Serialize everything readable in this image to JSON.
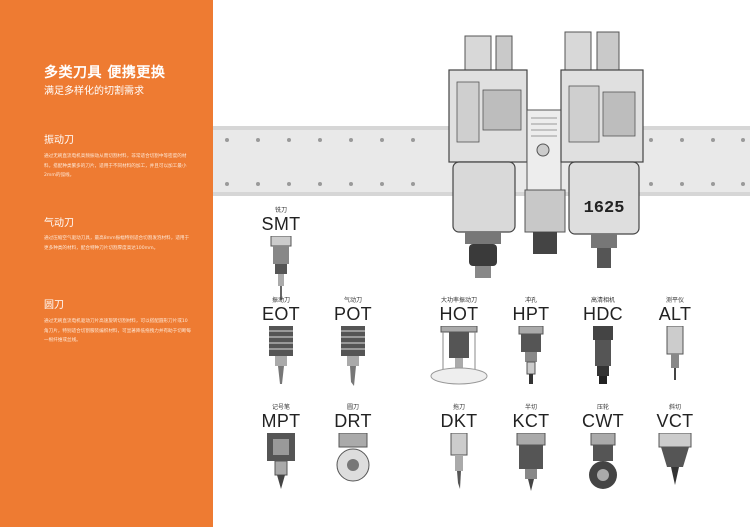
{
  "sidebar": {
    "title": "多类刀具 便携更换",
    "subtitle": "满足多样化的切割需求",
    "sections": [
      {
        "heading": "振动刀",
        "body": "通过无刷直流电机高频振动从而切割材料，非常适合切割中等密度的材料。搭配种类繁多的刀片，适用于不同材料的加工，并且可以加工最小2mm的弧线。"
      },
      {
        "heading": "气动刀",
        "body": "通过压缩空气驱动刀具，最高8mm振幅特别适合切割发泡材料，适用于更多种类的材料，配合特种刀片切割厚度高达100mm。"
      },
      {
        "heading": "圆刀",
        "body": "通过无刷直流电机驱动刀片高速旋转切割材料，可以搭配圆形刀片或10角刀片，特别适合切割服装编织材料，可显著降低拖拽力并有助于切断每一根纤维或丝线。"
      }
    ]
  },
  "machine": {
    "label": "1625"
  },
  "tools": [
    {
      "cn": "铣刀",
      "code": "SMT",
      "icon": "router-bit-icon"
    },
    {
      "cn": "振动刀",
      "code": "EOT",
      "icon": "oscillating-tool-icon"
    },
    {
      "cn": "气动刀",
      "code": "POT",
      "icon": "pneumatic-tool-icon"
    },
    {
      "cn": "大功率振动刀",
      "code": "HOT",
      "icon": "high-power-oscillating-tool-icon"
    },
    {
      "cn": "冲孔",
      "code": "HPT",
      "icon": "punch-tool-icon"
    },
    {
      "cn": "高清相机",
      "code": "HDC",
      "icon": "camera-icon"
    },
    {
      "cn": "测平仪",
      "code": "ALT",
      "icon": "leveler-icon"
    },
    {
      "cn": "记号笔",
      "code": "MPT",
      "icon": "marker-pen-icon"
    },
    {
      "cn": "圆刀",
      "code": "DRT",
      "icon": "rotary-blade-icon"
    },
    {
      "cn": "拖刀",
      "code": "DKT",
      "icon": "drag-knife-icon"
    },
    {
      "cn": "半切",
      "code": "KCT",
      "icon": "kiss-cut-tool-icon"
    },
    {
      "cn": "压轮",
      "code": "CWT",
      "icon": "crease-wheel-icon"
    },
    {
      "cn": "斜切",
      "code": "VCT",
      "icon": "v-cut-tool-icon"
    }
  ]
}
